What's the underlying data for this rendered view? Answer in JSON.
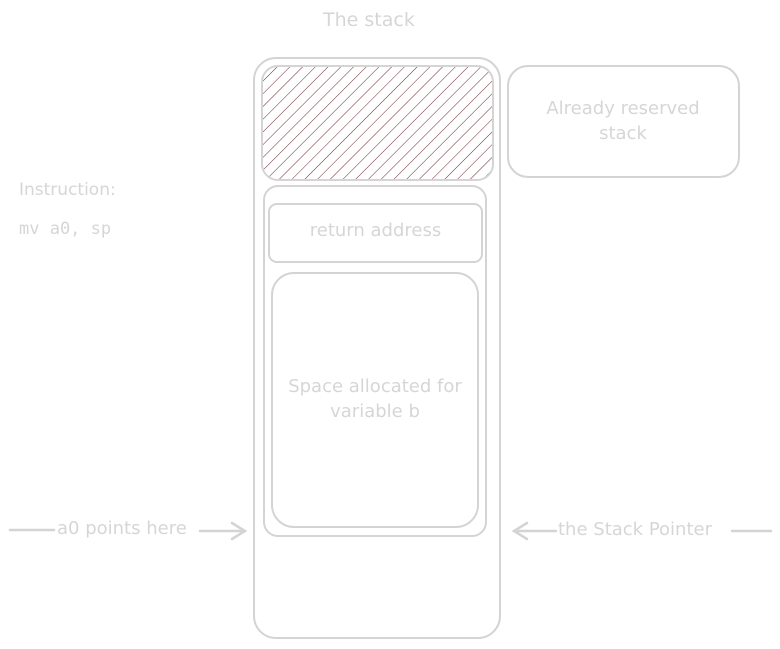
{
  "title": "The stack",
  "instruction": {
    "label": "Instruction:",
    "code": "mv a0, sp"
  },
  "blocks": {
    "reserved_legend": "Already reserved stack",
    "return_address": "return address",
    "variable_space": "Space allocated for variable b"
  },
  "pointers": {
    "a0_label": "a0 points here",
    "sp_label": "the Stack Pointer"
  },
  "colors": {
    "stroke": "#d4d4d4",
    "hatch": "#6e2a35"
  }
}
